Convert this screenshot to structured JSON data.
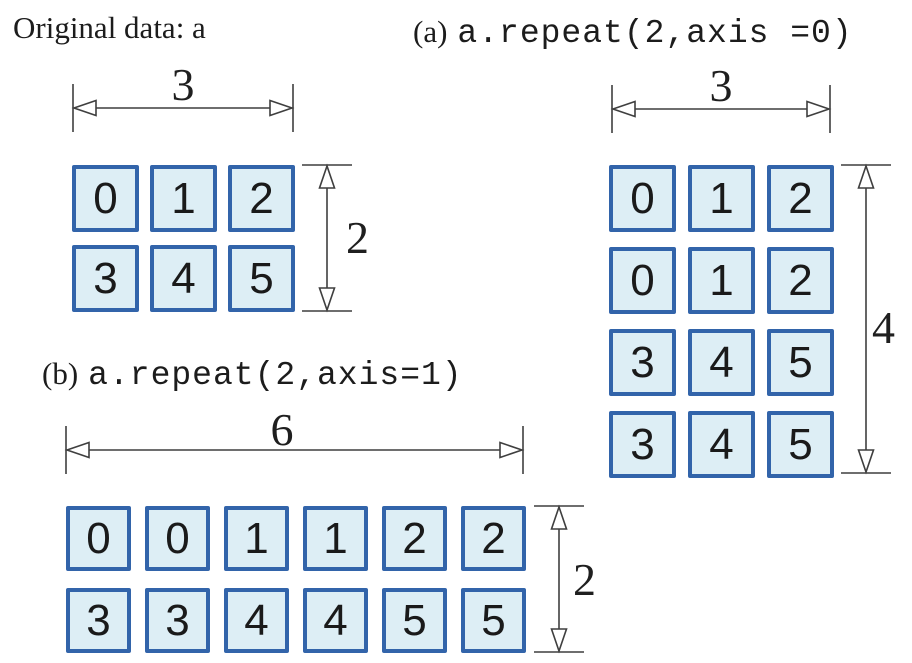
{
  "colors": {
    "cell_fill": "#ddeef5",
    "cell_border": "#3264aa",
    "dim_line": "#3f3f3f",
    "text": "#1c1c1c"
  },
  "sections": {
    "original": {
      "title": "Original data: a",
      "grid": {
        "rows": [
          [
            "0",
            "1",
            "2"
          ],
          [
            "3",
            "4",
            "5"
          ]
        ]
      },
      "dims": {
        "width_label": "3",
        "height_label": "2"
      }
    },
    "a": {
      "title_prefix": "(a)",
      "title_code": "a.repeat(2,axis =0)",
      "grid": {
        "rows": [
          [
            "0",
            "1",
            "2"
          ],
          [
            "0",
            "1",
            "2"
          ],
          [
            "3",
            "4",
            "5"
          ],
          [
            "3",
            "4",
            "5"
          ]
        ]
      },
      "dims": {
        "width_label": "3",
        "height_label": "4"
      }
    },
    "b": {
      "title_prefix": "(b)",
      "title_code": "a.repeat(2,axis=1)",
      "grid": {
        "rows": [
          [
            "0",
            "0",
            "1",
            "1",
            "2",
            "2"
          ],
          [
            "3",
            "3",
            "4",
            "4",
            "5",
            "5"
          ]
        ]
      },
      "dims": {
        "width_label": "6",
        "height_label": "2"
      }
    }
  }
}
